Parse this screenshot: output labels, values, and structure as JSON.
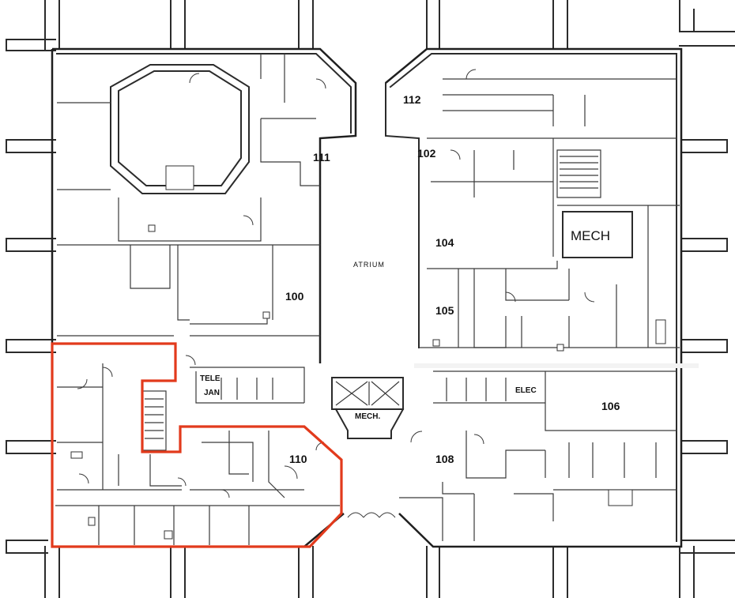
{
  "rooms": {
    "r100": "100",
    "r102": "102",
    "r104": "104",
    "r105": "105",
    "r106": "106",
    "r108": "108",
    "r110": "110",
    "r111": "111",
    "r112": "112"
  },
  "labels": {
    "atrium": "ATRIUM",
    "mech_large": "MECH",
    "mech_small": "MECH.",
    "tele": "TELE",
    "jan": "JAN",
    "elec": "ELEC"
  },
  "colors": {
    "highlight": "#e23a1c",
    "walls": "#2b2b2b"
  }
}
